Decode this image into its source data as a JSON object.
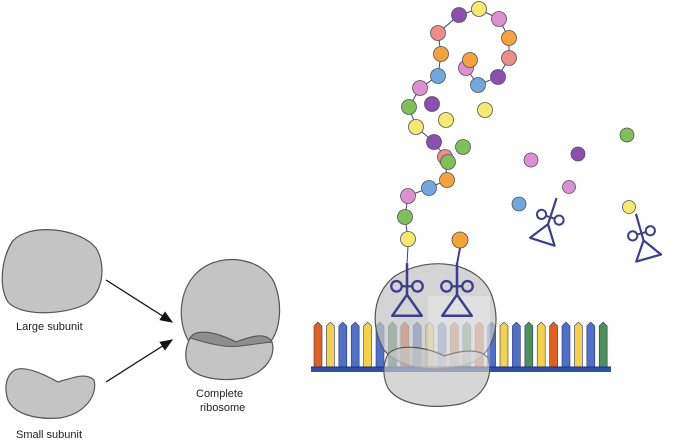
{
  "labels": {
    "large": "Large subunit",
    "small": "Small subunit",
    "complete_line1": "Complete",
    "complete_line2": "ribosome"
  },
  "colors": {
    "subunit_fill": "#c4c4c4",
    "subunit_stroke": "#555555",
    "trna": "#3b3f8c",
    "mrna_backbone": "#2f4fb0",
    "arrow": "#111111",
    "amino_acids": {
      "purple": "#8a4fb0",
      "yellow": "#f3ea6e",
      "green": "#7fc05a",
      "pink": "#de8fcf",
      "orange": "#f6a23b",
      "salmon": "#ec8d8a",
      "blue": "#6fa8dc"
    },
    "codons": [
      "#e0601e",
      "#f3d24a",
      "#4f6fc8",
      "#4f8f5a"
    ]
  },
  "codon_sequence": [
    "orange",
    "yellow",
    "blue",
    "blue",
    "yellow",
    "blue",
    "green",
    "orange",
    "blue",
    "yellow",
    "blue",
    "orange",
    "green",
    "orange",
    "blue",
    "yellow",
    "blue",
    "green",
    "yellow",
    "orange",
    "blue",
    "yellow",
    "blue",
    "green"
  ],
  "chain_sequence": [
    "yellow",
    "green",
    "pink",
    "blue",
    "orange",
    "salmon",
    "purple",
    "yellow",
    "green",
    "pink",
    "blue",
    "orange",
    "salmon",
    "purple",
    "yellow",
    "pink",
    "orange",
    "salmon",
    "purple",
    "blue",
    "pink",
    "green",
    "yellow",
    "purple",
    "green",
    "yellow",
    "orange"
  ],
  "free_amino_acids": [
    "pink",
    "purple",
    "green",
    "blue"
  ],
  "charged_trna_amino_acids": [
    "pink",
    "yellow"
  ],
  "ribosome_trna_amino_acids": [
    "orange"
  ]
}
